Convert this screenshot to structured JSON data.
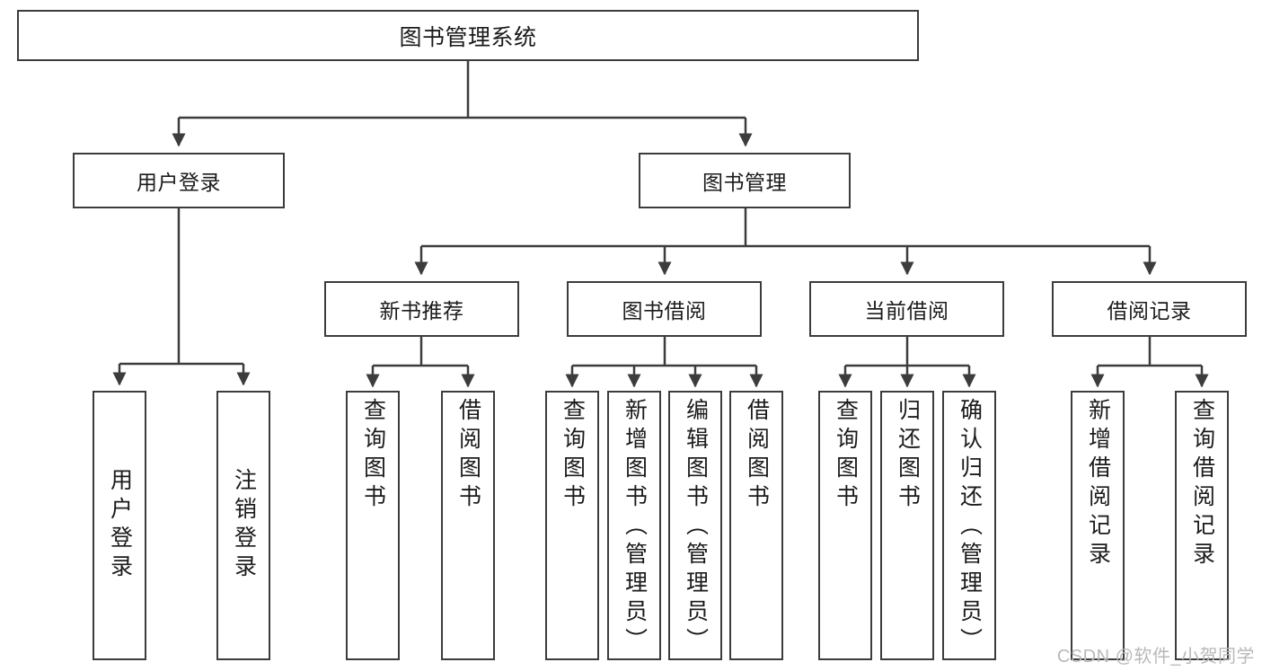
{
  "diagram": {
    "title": "图书管理系统",
    "type": "tree-hierarchy-diagram",
    "root": {
      "label": "图书管理系统"
    },
    "level2": [
      {
        "label": "用户登录"
      },
      {
        "label": "图书管理"
      }
    ],
    "level3": [
      {
        "label": "新书推荐"
      },
      {
        "label": "图书借阅"
      },
      {
        "label": "当前借阅"
      },
      {
        "label": "借阅记录"
      }
    ],
    "leaves": {
      "user_login": [
        {
          "label": "用户登录"
        },
        {
          "label": "注销登录"
        }
      ],
      "new_book_recommend": [
        {
          "label": "查询图书"
        },
        {
          "label": "借阅图书"
        }
      ],
      "book_borrow": [
        {
          "label": "查询图书"
        },
        {
          "label": "新增图书（管理员）"
        },
        {
          "label": "编辑图书（管理员）"
        },
        {
          "label": "借阅图书"
        }
      ],
      "current_borrow": [
        {
          "label": "查询图书"
        },
        {
          "label": "归还图书"
        },
        {
          "label": "确认归还（管理员）"
        }
      ],
      "borrow_record": [
        {
          "label": "新增借阅记录"
        },
        {
          "label": "查询借阅记录"
        }
      ]
    }
  },
  "watermark": {
    "text": "CSDN @软件_小贺同学"
  },
  "colors": {
    "border": "#3c3c3c",
    "background": "#ffffff",
    "text": "#1b1b1b",
    "watermark": "#b9b9b9"
  }
}
